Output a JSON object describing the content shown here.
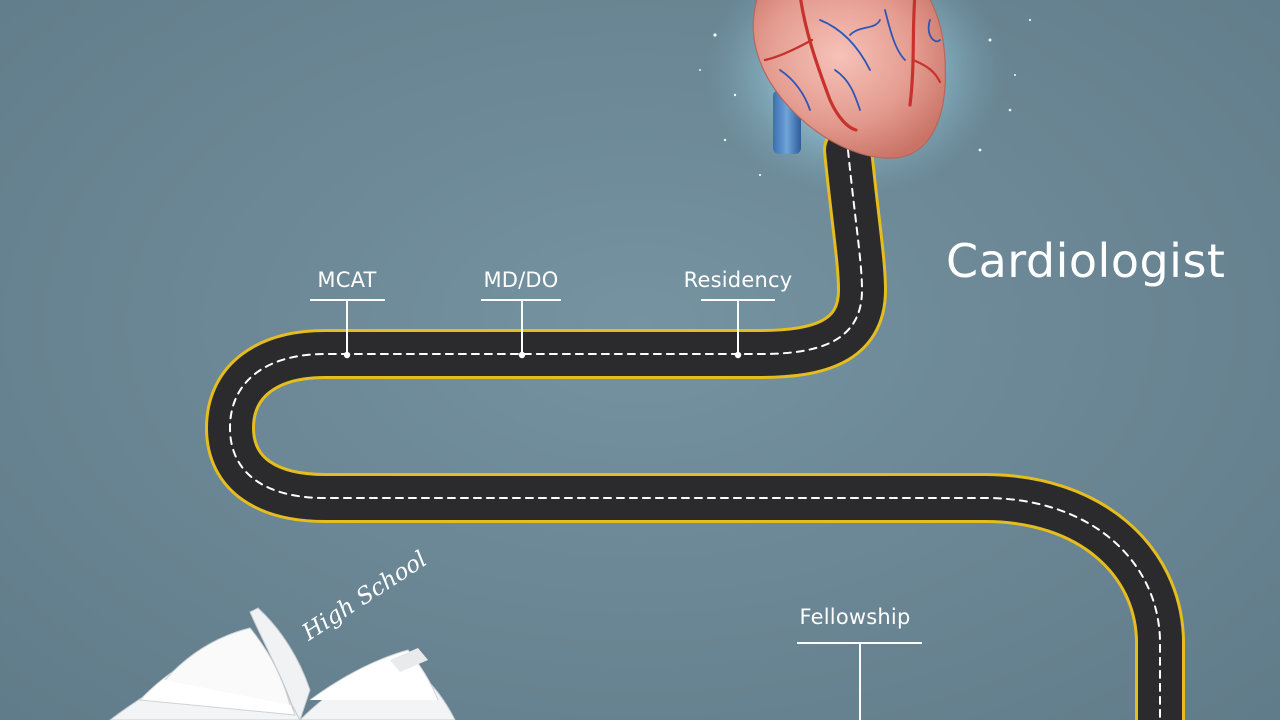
{
  "destination": {
    "title": "Cardiologist"
  },
  "start": {
    "label": "High School"
  },
  "milestones": [
    {
      "label": "MCAT"
    },
    {
      "label": "MD/DO"
    },
    {
      "label": "Residency"
    },
    {
      "label": "Fellowship"
    }
  ],
  "colors": {
    "background": "#6c8795",
    "road": "#2b2b2d",
    "road_edge": "#e5bd1f",
    "lane_dash": "#ffffff",
    "heart": "#e7a59c",
    "artery_red": "#c8322c",
    "vein_blue": "#2f55b8",
    "glow": "#bfefff"
  }
}
